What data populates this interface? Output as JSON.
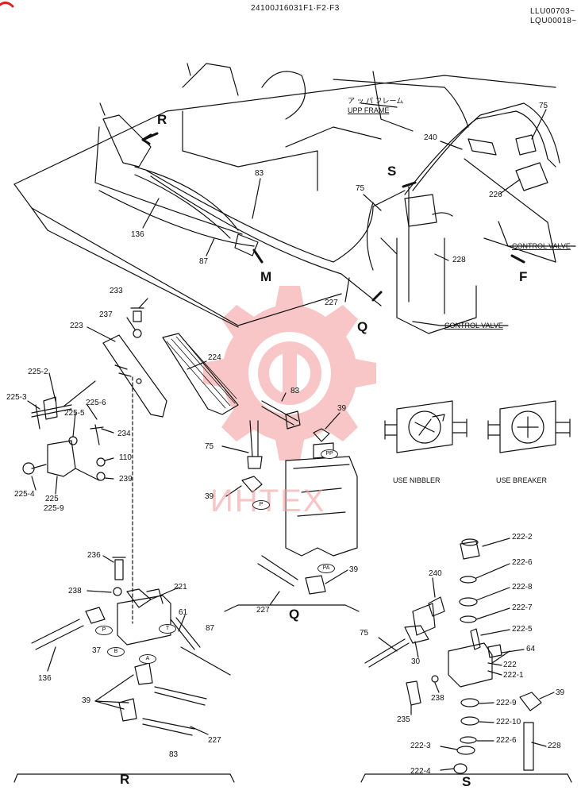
{
  "header": {
    "drawing_code": "24100J16031F1·F2·F3",
    "serial_line_1": "LLU00703~",
    "serial_line_2": "LQU00018~"
  },
  "watermark": {
    "text": "ИНТЕХ",
    "color": "#f04b4b"
  },
  "views": {
    "R": "R",
    "S": "S",
    "Q": "Q",
    "M": "M",
    "F": "F",
    "caption_Q": "Q",
    "caption_R": "R",
    "caption_S": "S"
  },
  "annotations": {
    "upper_frame_jp": "ア ッ パ フレーム",
    "upper_frame": "UPP FRAME",
    "control_valve_1": "CONTROL VALVE",
    "control_valve_2": "CONTROL VALVE",
    "use_nibbler": "USE NIBBLER",
    "use_breaker": "USE BREAKER"
  },
  "ports": {
    "P": "P",
    "T": "T",
    "A": "A",
    "B": "B",
    "PP": "PP",
    "PA": "PA"
  },
  "parts": {
    "p75a": "75",
    "p240a": "240",
    "p226": "226",
    "p83a": "83",
    "p136a": "136",
    "p87a": "87",
    "p227a": "227",
    "p228a": "228",
    "p75b": "75",
    "p233": "233",
    "p237": "237",
    "p223": "223",
    "p224": "224",
    "p225_2": "225-2",
    "p225_3": "225-3",
    "p225_5": "225-5",
    "p225_6": "225-6",
    "p234": "234",
    "p110": "110",
    "p239": "239",
    "p225_4": "225-4",
    "p225": "225",
    "p225_9": "225-9",
    "p83b": "83",
    "p39a": "39",
    "p75c": "75",
    "p39b": "39",
    "p227b": "227",
    "p39c": "39",
    "p236": "236",
    "p238a": "238",
    "p221": "221",
    "p61": "61",
    "p87b": "87",
    "p37": "37",
    "p136b": "136",
    "p39d": "39",
    "p83c": "83",
    "p227c": "227",
    "p222_2": "222-2",
    "p222_6a": "222-6",
    "p240b": "240",
    "p222_8": "222-8",
    "p222_7": "222-7",
    "p75d": "75",
    "p222_5": "222-5",
    "p64": "64",
    "p30": "30",
    "p222": "222",
    "p222_1": "222-1",
    "p238b": "238",
    "p39e": "39",
    "p222_9": "222-9",
    "p235": "235",
    "p222_10": "222-10",
    "p222_6b": "222-6",
    "p228b": "228",
    "p222_3": "222-3",
    "p222_4": "222-4"
  }
}
